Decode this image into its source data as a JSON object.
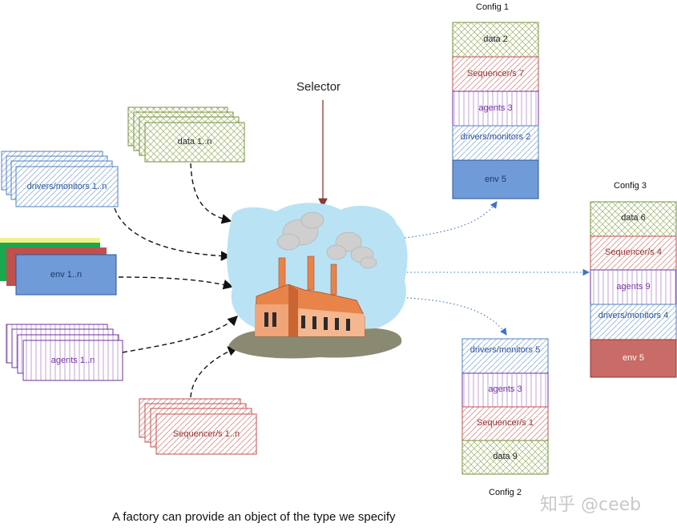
{
  "selector_label": "Selector",
  "caption": "A factory can provide an object of the type we specify",
  "watermark": "知乎 @ceeb",
  "sources": {
    "data": "data 1..n",
    "drivers": "drivers/monitors 1..n",
    "env": "env 1..n",
    "agents": "agents 1..n",
    "sequencers": "Sequencer/s 1..n"
  },
  "config1": {
    "title": "Config 1",
    "cells": [
      "data 2",
      "Sequencer/s 7",
      "agents 3",
      "drivers/monitors 2",
      "env 5"
    ]
  },
  "config2": {
    "title": "Config 2",
    "cells": [
      "drivers/monitors 5",
      "agents 3",
      "Sequencer/s 1",
      "data 9"
    ]
  },
  "config3": {
    "title": "Config 3",
    "cells": [
      "data 6",
      "Sequencer/s 4",
      "agents 9",
      "drivers/monitors 4",
      "env 5"
    ]
  },
  "colors": {
    "data": "#77933c",
    "sequencer": "#c0504d",
    "agents": "#7030a0",
    "drivers": "#4f81bd",
    "env_blue": "#6f9bd8",
    "env_red": "#c96b66",
    "factory": "#e8834a"
  }
}
